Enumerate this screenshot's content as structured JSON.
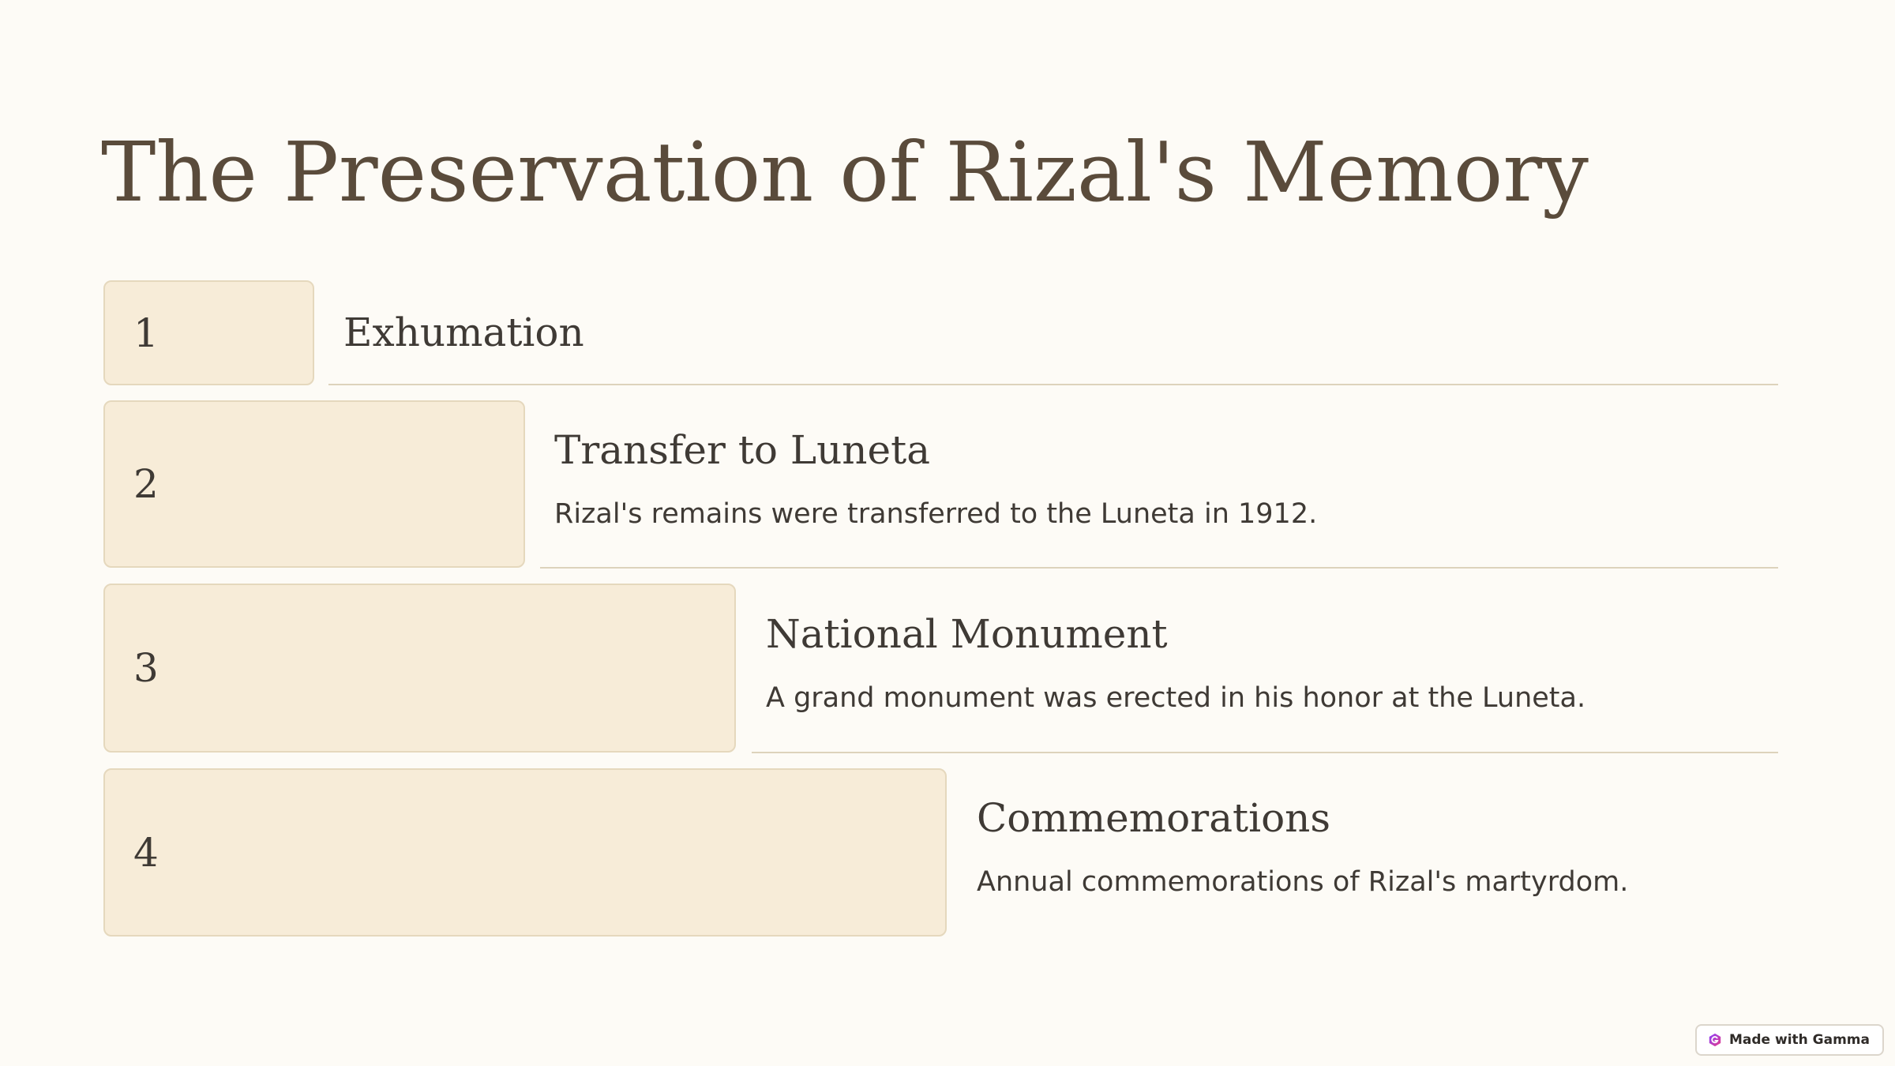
{
  "slide": {
    "title": "The Preservation of Rizal's Memory"
  },
  "steps": [
    {
      "number": "1",
      "heading": "Exhumation",
      "description": ""
    },
    {
      "number": "2",
      "heading": "Transfer to Luneta",
      "description": "Rizal's remains were transferred to the Luneta in 1912."
    },
    {
      "number": "3",
      "heading": "National Monument",
      "description": "A grand monument was erected in his honor at the Luneta."
    },
    {
      "number": "4",
      "heading": "Commemorations",
      "description": "Annual commemorations of Rizal's martyrdom."
    }
  ],
  "badge": {
    "label": "Made with Gamma",
    "icon": "gamma-logo-icon"
  },
  "colors": {
    "background": "#fdfbf6",
    "title": "#5a4b3b",
    "box_fill": "#f7ecd8",
    "box_border": "#e5d8bd",
    "text": "#3f3a35",
    "divider": "#ddd3bc",
    "gamma_logo_start": "#8a3ffc",
    "gamma_logo_end": "#e53c8a"
  }
}
